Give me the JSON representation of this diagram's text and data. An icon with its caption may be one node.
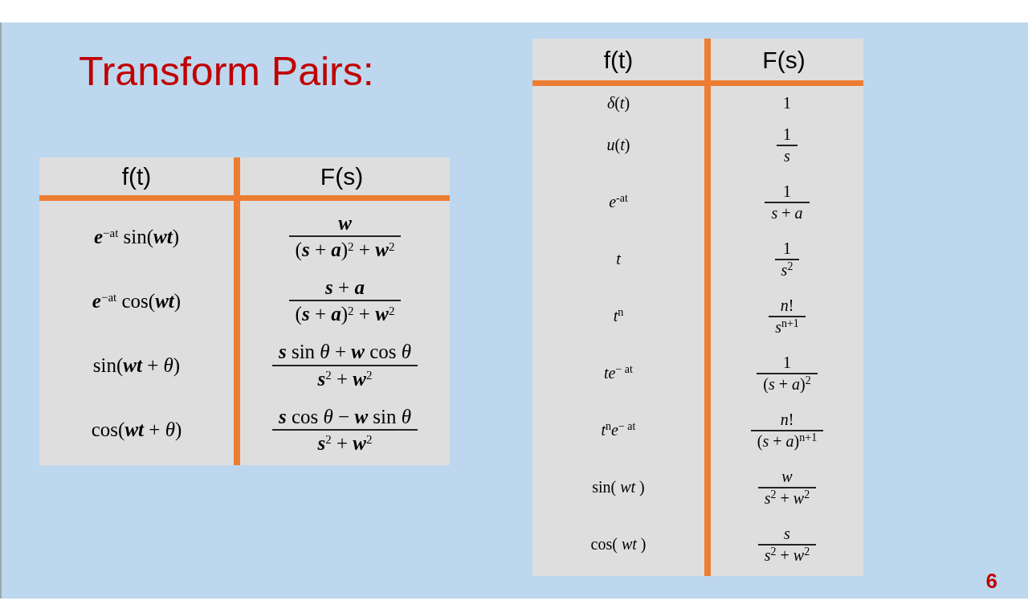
{
  "diagram": {
    "title": "Transform Pairs:",
    "labels": [
      "f(t)",
      "F(s)",
      "**e**$^{−at}$ sin(**wt**)",
      "**w**",
      "(**s** + **a**)$^{2}$ + **w**$^{2}$",
      "**e**$^{−at}$ cos(**wt**)",
      "**s** + **a**",
      "(**s** + **a**)$^{2}$ + **w**$^{2}$",
      "sin(**wt** + *θ*)",
      "**s** sin *θ* + **w** cos *θ*",
      "**s**$^{2}$ + **w**$^{2}$",
      "cos(**wt** + *θ*)",
      "**s** cos *θ* − **w** sin *θ*",
      "**s**$^{2}$ + **w**$^{2}$",
      "f(t)",
      "F(s)",
      "*δ*(*t*)",
      "1",
      "*u*(*t*)",
      "1",
      "*s*",
      "*e*$^{-at}$",
      "1",
      "*s* + *a*",
      "*t*",
      "1",
      "*s*$^{2}$",
      "*t*$^{n}$",
      "*n*!",
      "*s*$^{n+1}$",
      "*te*$^{− at}$",
      "1",
      "(*s* + *a*)$^{2}$",
      "*t*$^{n}$*e*$^{− at}$",
      "*n*!",
      "(*s* + *a*)$^{n+1}$",
      "sin( *wt* )",
      "*w*",
      "*s*$^{2}$ + *w*$^{2}$",
      "cos( *wt* )",
      "*s*",
      "*s*$^{2}$ + *w*$^{2}$",
      "6"
    ]
  }
}
